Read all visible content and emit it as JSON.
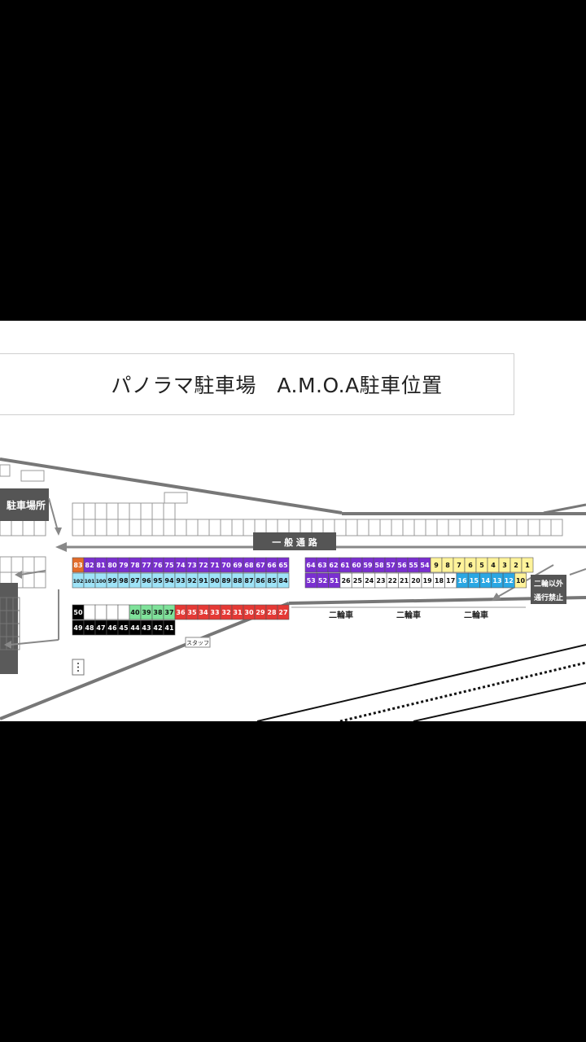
{
  "title": "パノラマ駐車場　A.M.O.A駐車位置",
  "labels": {
    "road": "一 般 通 路",
    "parking_sign": "駐車場所",
    "no_entry_line1": "二輪以外",
    "no_entry_line2": "通行禁止",
    "staff": "スタッフ",
    "moto1": "二輪車",
    "moto2": "二輪車",
    "moto3": "二輪車"
  },
  "colors": {
    "orange": "#e36c2a",
    "purple": "#7a2fd0",
    "cyan": "#9fe4f8",
    "blue": "#2aa7e3",
    "yellow": "#fff39a",
    "white": "#ffffff",
    "black": "#000000",
    "green": "#7fe29a",
    "red": "#e53935",
    "gray": "#555555"
  },
  "rows": [
    {
      "id": "row-a-top",
      "spots": [
        {
          "n": "83",
          "c": "orange"
        },
        {
          "n": "82",
          "c": "purple"
        },
        {
          "n": "81",
          "c": "purple"
        },
        {
          "n": "80",
          "c": "purple"
        },
        {
          "n": "79",
          "c": "purple"
        },
        {
          "n": "78",
          "c": "purple"
        },
        {
          "n": "77",
          "c": "purple"
        },
        {
          "n": "76",
          "c": "purple"
        },
        {
          "n": "75",
          "c": "purple"
        },
        {
          "n": "74",
          "c": "purple"
        },
        {
          "n": "73",
          "c": "purple"
        },
        {
          "n": "72",
          "c": "purple"
        },
        {
          "n": "71",
          "c": "purple"
        },
        {
          "n": "70",
          "c": "purple"
        },
        {
          "n": "69",
          "c": "purple"
        },
        {
          "n": "68",
          "c": "purple"
        },
        {
          "n": "67",
          "c": "purple"
        },
        {
          "n": "66",
          "c": "purple"
        },
        {
          "n": "65",
          "c": "purple"
        }
      ]
    },
    {
      "id": "row-a-bottom",
      "spots": [
        {
          "n": "102",
          "c": "cyan"
        },
        {
          "n": "101",
          "c": "cyan"
        },
        {
          "n": "100",
          "c": "cyan"
        },
        {
          "n": "99",
          "c": "cyan"
        },
        {
          "n": "98",
          "c": "cyan"
        },
        {
          "n": "97",
          "c": "cyan"
        },
        {
          "n": "96",
          "c": "cyan"
        },
        {
          "n": "95",
          "c": "cyan"
        },
        {
          "n": "94",
          "c": "cyan"
        },
        {
          "n": "93",
          "c": "cyan"
        },
        {
          "n": "92",
          "c": "cyan"
        },
        {
          "n": "91",
          "c": "cyan"
        },
        {
          "n": "90",
          "c": "cyan"
        },
        {
          "n": "89",
          "c": "cyan"
        },
        {
          "n": "88",
          "c": "cyan"
        },
        {
          "n": "87",
          "c": "cyan"
        },
        {
          "n": "86",
          "c": "cyan"
        },
        {
          "n": "85",
          "c": "cyan"
        },
        {
          "n": "84",
          "c": "cyan"
        }
      ]
    },
    {
      "id": "row-b-top",
      "spots": [
        {
          "n": "64",
          "c": "purple"
        },
        {
          "n": "63",
          "c": "purple"
        },
        {
          "n": "62",
          "c": "purple"
        },
        {
          "n": "61",
          "c": "purple"
        },
        {
          "n": "60",
          "c": "purple"
        },
        {
          "n": "59",
          "c": "purple"
        },
        {
          "n": "58",
          "c": "purple"
        },
        {
          "n": "57",
          "c": "purple"
        },
        {
          "n": "56",
          "c": "purple"
        },
        {
          "n": "55",
          "c": "purple"
        },
        {
          "n": "54",
          "c": "purple"
        },
        {
          "n": "9",
          "c": "yellow"
        },
        {
          "n": "8",
          "c": "yellow"
        },
        {
          "n": "7",
          "c": "yellow"
        },
        {
          "n": "6",
          "c": "yellow"
        },
        {
          "n": "5",
          "c": "yellow"
        },
        {
          "n": "4",
          "c": "yellow"
        },
        {
          "n": "3",
          "c": "yellow"
        },
        {
          "n": "2",
          "c": "yellow"
        },
        {
          "n": "1",
          "c": "yellow"
        }
      ]
    },
    {
      "id": "row-b-bottom",
      "spots": [
        {
          "n": "53",
          "c": "purple"
        },
        {
          "n": "52",
          "c": "purple"
        },
        {
          "n": "51",
          "c": "purple"
        },
        {
          "n": "26",
          "c": "white"
        },
        {
          "n": "25",
          "c": "white"
        },
        {
          "n": "24",
          "c": "white"
        },
        {
          "n": "23",
          "c": "white"
        },
        {
          "n": "22",
          "c": "white"
        },
        {
          "n": "21",
          "c": "white"
        },
        {
          "n": "20",
          "c": "white"
        },
        {
          "n": "19",
          "c": "white"
        },
        {
          "n": "18",
          "c": "white"
        },
        {
          "n": "17",
          "c": "white"
        },
        {
          "n": "16",
          "c": "blue"
        },
        {
          "n": "15",
          "c": "blue"
        },
        {
          "n": "14",
          "c": "blue"
        },
        {
          "n": "13",
          "c": "blue"
        },
        {
          "n": "12",
          "c": "blue"
        },
        {
          "n": "10",
          "c": "yellow"
        }
      ]
    },
    {
      "id": "row-c-top",
      "spots": [
        {
          "n": "50",
          "c": "black"
        },
        {
          "n": "",
          "c": "white"
        },
        {
          "n": "",
          "c": "white"
        },
        {
          "n": "",
          "c": "white"
        },
        {
          "n": "",
          "c": "white"
        },
        {
          "n": "40",
          "c": "green"
        },
        {
          "n": "39",
          "c": "green"
        },
        {
          "n": "38",
          "c": "green"
        },
        {
          "n": "37",
          "c": "green"
        },
        {
          "n": "36",
          "c": "red"
        },
        {
          "n": "35",
          "c": "red"
        },
        {
          "n": "34",
          "c": "red"
        },
        {
          "n": "33",
          "c": "red"
        },
        {
          "n": "32",
          "c": "red"
        },
        {
          "n": "31",
          "c": "red"
        },
        {
          "n": "30",
          "c": "red"
        },
        {
          "n": "29",
          "c": "red"
        },
        {
          "n": "28",
          "c": "red"
        },
        {
          "n": "27",
          "c": "red"
        }
      ]
    },
    {
      "id": "row-c-bottom",
      "spots": [
        {
          "n": "49",
          "c": "black"
        },
        {
          "n": "48",
          "c": "black"
        },
        {
          "n": "47",
          "c": "black"
        },
        {
          "n": "46",
          "c": "black"
        },
        {
          "n": "45",
          "c": "black"
        },
        {
          "n": "44",
          "c": "black"
        },
        {
          "n": "43",
          "c": "black"
        },
        {
          "n": "42",
          "c": "black"
        },
        {
          "n": "41",
          "c": "black"
        }
      ]
    }
  ]
}
